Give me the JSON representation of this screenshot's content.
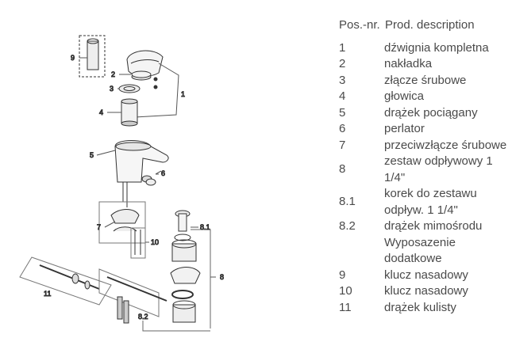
{
  "parts_list": {
    "header": {
      "pos": "Pos.-nr.",
      "desc": "Prod. description"
    },
    "rows": [
      {
        "num": "1",
        "desc": "dźwignia kompletna"
      },
      {
        "num": "2",
        "desc": "nakładka"
      },
      {
        "num": "3",
        "desc": "złącze śrubowe"
      },
      {
        "num": "4",
        "desc": "głowica"
      },
      {
        "num": "5",
        "desc": "drążek pociągany"
      },
      {
        "num": "6",
        "desc": "perlator"
      },
      {
        "num": "7",
        "desc": "przeciwzłącze śrubowe"
      },
      {
        "num": "8",
        "desc": "zestaw odpływowy 1 1/4\""
      },
      {
        "num": "8.1",
        "desc": "korek do zestawu odpływ. 1 1/4\""
      },
      {
        "num": "8.2",
        "desc": "drążek mimośrodu"
      },
      {
        "num": "",
        "desc": "Wyposazenie dodatkowe"
      },
      {
        "num": "9",
        "desc": "klucz nasadowy"
      },
      {
        "num": "10",
        "desc": "klucz nasadowy"
      },
      {
        "num": "11",
        "desc": "drążek kulisty"
      }
    ]
  },
  "diagram": {
    "callouts": {
      "c1": "1",
      "c2": "2",
      "c3": "3",
      "c4": "4",
      "c5": "5",
      "c6": "6",
      "c7": "7",
      "c8": "8",
      "c81": "8.1",
      "c82": "8.2",
      "c9": "9",
      "c10": "10",
      "c11": "11"
    }
  }
}
